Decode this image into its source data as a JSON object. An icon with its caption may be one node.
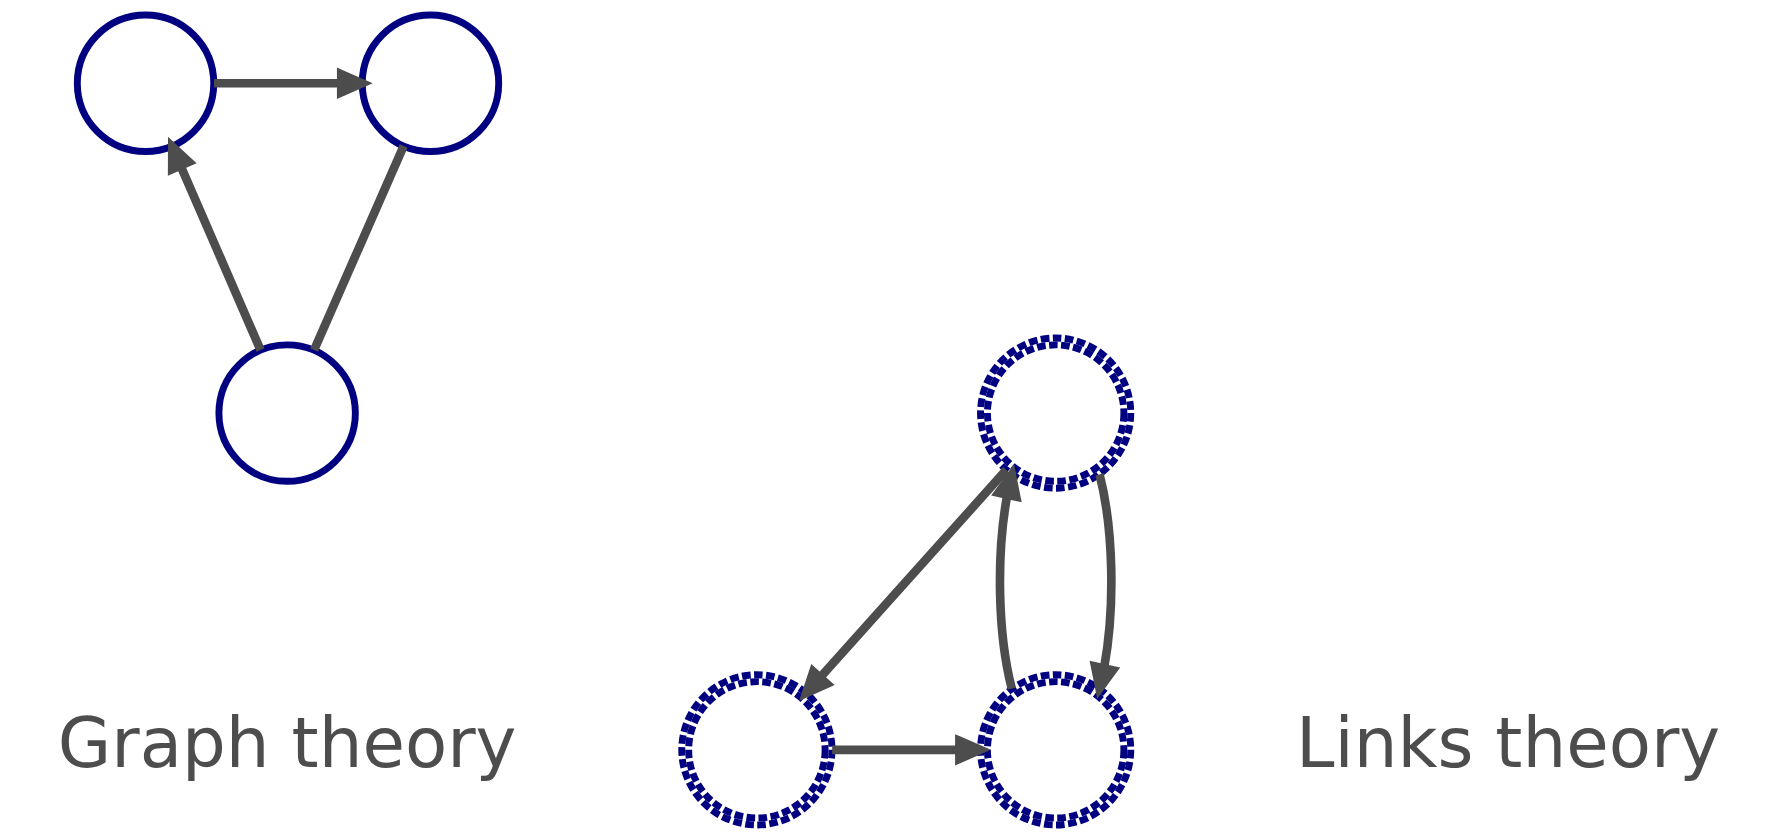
{
  "diagram": {
    "nodes": [
      {
        "text": [],
        "shape": "circle"
      },
      {
        "text": [],
        "shape": "circle"
      },
      {
        "text": [],
        "shape": "circle"
      },
      {
        "text": [],
        "shape": "picture"
      },
      {
        "text": [],
        "shape": "picture"
      },
      {
        "text": [],
        "shape": "picture"
      }
    ],
    "edges": [
      {
        "from": 0,
        "to": 1,
        "arrow": "to"
      },
      {
        "from": 2,
        "to": 0,
        "arrow": "to"
      },
      {
        "from": 2,
        "to": 1,
        "arrow": "none"
      },
      {
        "from": 3,
        "to": 4,
        "arrow": "to"
      },
      {
        "from": 5,
        "to": 3,
        "arrow": "to"
      },
      {
        "from": 5,
        "to": 4,
        "arrow": "to"
      },
      {
        "from": 4,
        "to": 5,
        "arrow": "to"
      }
    ],
    "labels": [
      "Graph theory",
      "Links theory"
    ]
  }
}
